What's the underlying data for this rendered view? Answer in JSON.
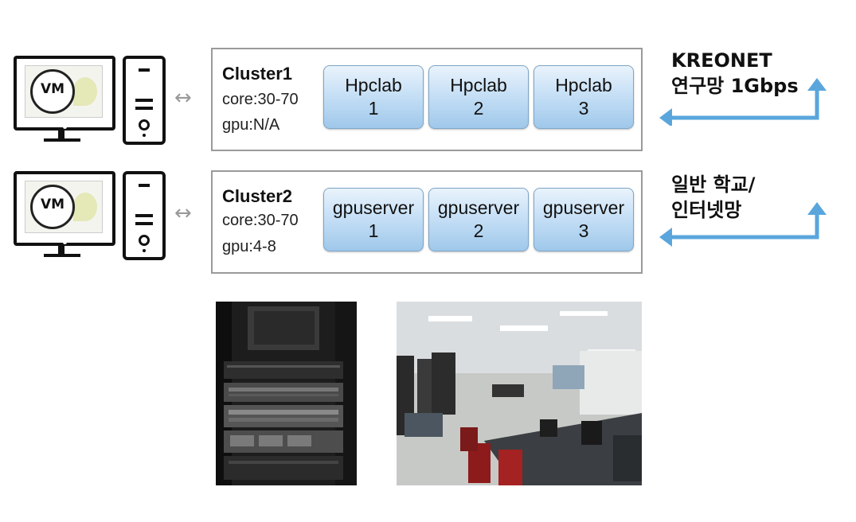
{
  "clusters": [
    {
      "name": "Cluster1",
      "core": "core:30-70",
      "gpu": "gpu:N/A",
      "nodes": [
        {
          "name": "Hpclab",
          "num": "1"
        },
        {
          "name": "Hpclab",
          "num": "2"
        },
        {
          "name": "Hpclab",
          "num": "3"
        }
      ],
      "network": {
        "line1": "KREONET",
        "line2": "연구망 1Gbps"
      }
    },
    {
      "name": "Cluster2",
      "core": "core:30-70",
      "gpu": "gpu:4-8",
      "nodes": [
        {
          "name": "gpuserver",
          "num": "1"
        },
        {
          "name": "gpuserver",
          "num": "2"
        },
        {
          "name": "gpuserver",
          "num": "3"
        }
      ],
      "network": {
        "line1": "일반 학교/",
        "line2": "인터넷망"
      }
    }
  ],
  "vm_logo_text": "VM",
  "link_symbol": "↔",
  "icons": {
    "monitor": "vm-monitor-icon",
    "tower": "desktop-tower-icon",
    "arrow": "network-arrow-icon"
  },
  "colors": {
    "node_gradient_top": "#e9f3fc",
    "node_gradient_bottom": "#9fc8ea",
    "arrow": "#5aa6dc",
    "box_border": "#9a9a9a"
  }
}
